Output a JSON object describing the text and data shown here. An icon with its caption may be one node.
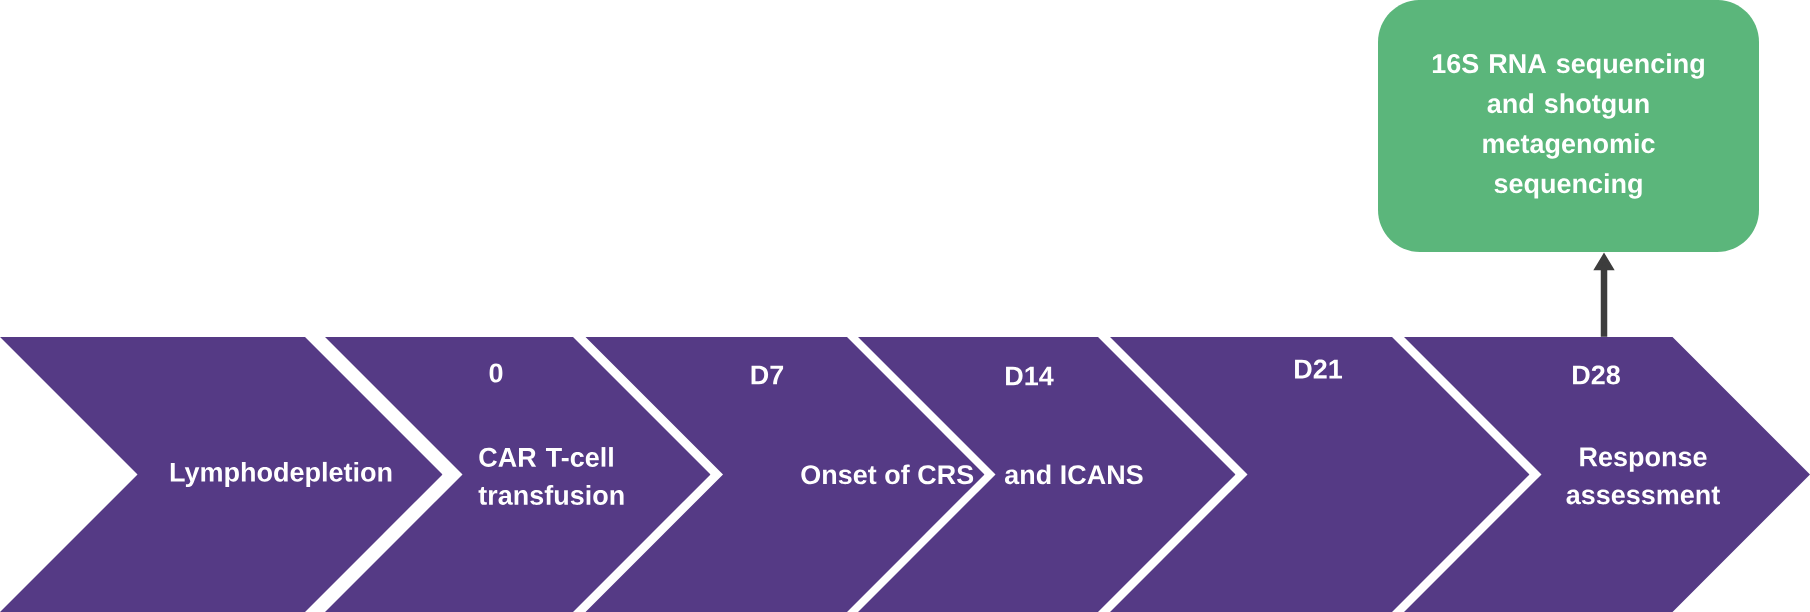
{
  "diagram": {
    "nodes": [
      {
        "text": [
          "Lymphodepletion"
        ]
      },
      {
        "text": [
          "0",
          "CAR T-cell transfusion"
        ]
      },
      {
        "text": [
          "D7"
        ]
      },
      {
        "text": [
          "D14"
        ]
      },
      {
        "text": [
          "D21"
        ]
      },
      {
        "text": [
          "D28",
          "Response assessment"
        ]
      },
      {
        "text": [
          "16S RNA sequencing and shotgun metagenomic sequencing"
        ]
      }
    ],
    "edges": [
      {
        "from": 5,
        "to": 6,
        "arrow": "to"
      }
    ],
    "labels": [
      "Onset of CRS and ICANS"
    ]
  }
}
